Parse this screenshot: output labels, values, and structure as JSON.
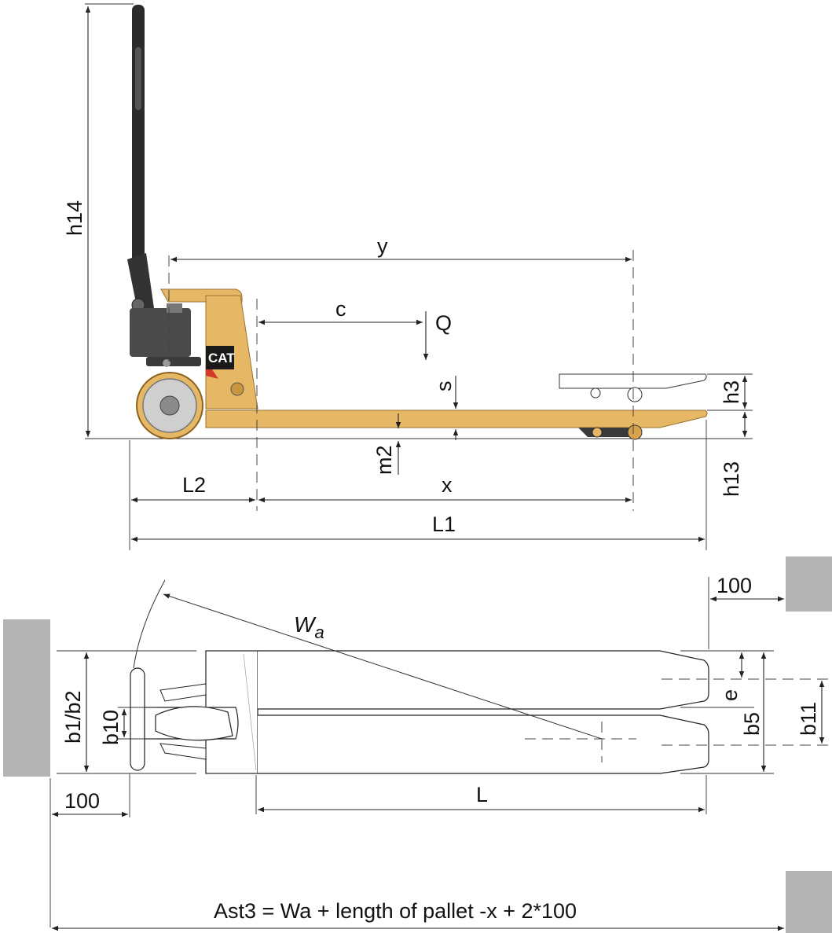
{
  "brand": {
    "logo_text": "CAT",
    "body_color": "#e6b865",
    "body_dark": "#c9963f",
    "handle_color": "#2b2b2b",
    "pump_color": "#4a4a4a",
    "gray_block": "#b3b3b4"
  },
  "side_view": {
    "labels": {
      "h14": "h14",
      "y": "y",
      "c": "c",
      "Q": "Q",
      "s": "s",
      "h3": "h3",
      "h13": "h13",
      "m2": "m2",
      "L2": "L2",
      "x": "x",
      "L1": "L1"
    }
  },
  "top_view": {
    "labels": {
      "wa": "W",
      "wa_sub": "a",
      "dim_100_top": "100",
      "dim_100_bottom": "100",
      "b1b2": "b1/b2",
      "b10": "b10",
      "e": "e",
      "b5": "b5",
      "b11": "b11",
      "L": "L"
    },
    "formula": "Ast3 = Wa + length of pallet -x + 2*100"
  }
}
